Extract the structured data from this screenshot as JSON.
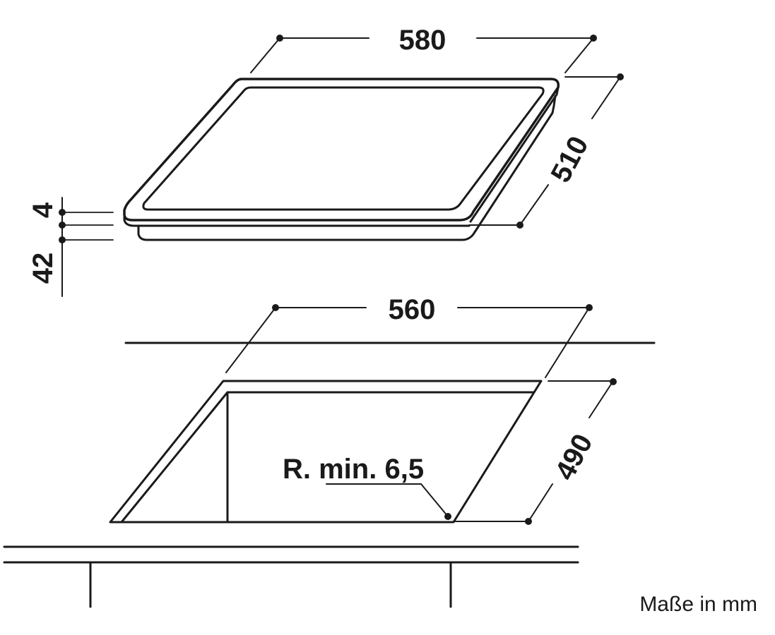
{
  "hob": {
    "width_label": "580",
    "depth_label": "510",
    "glass_thickness_label": "4",
    "body_height_label": "42"
  },
  "cutout": {
    "width_label": "560",
    "depth_label": "490",
    "radius_label": "R. min. 6,5"
  },
  "units_note": "Maße in mm",
  "colors": {
    "ink": "#1a1a1a",
    "background": "#ffffff"
  }
}
